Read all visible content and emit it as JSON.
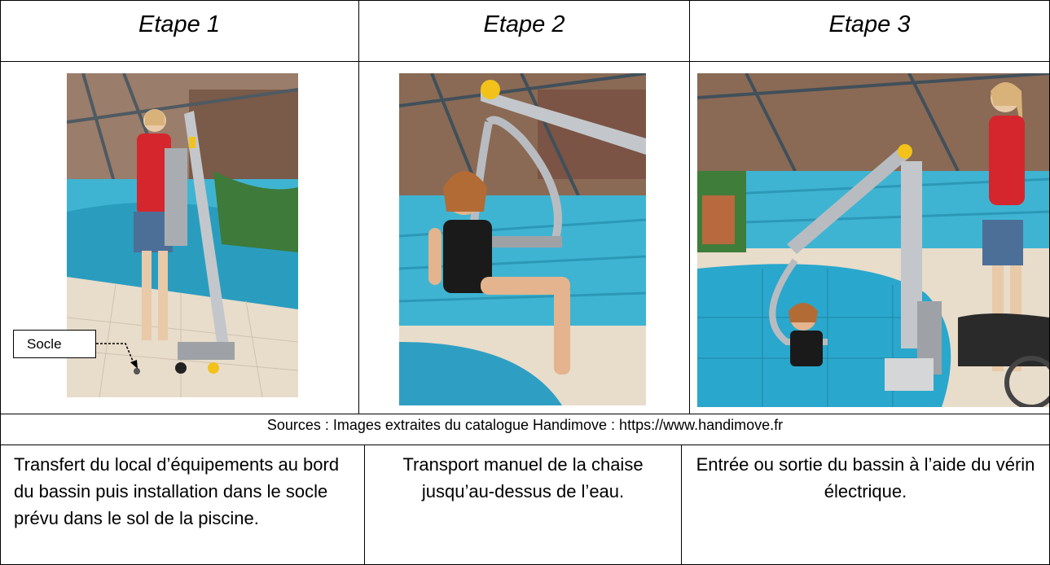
{
  "steps": [
    {
      "title": "Etape 1",
      "description": "Transfert du local d’équipements au bord du bassin puis installation dans le socle prévu dans le sol de la piscine."
    },
    {
      "title": "Etape 2",
      "description": "Transport manuel de la chaise jusqu’au-dessus de l’eau."
    },
    {
      "title": "Etape 3",
      "description": "Entrée ou sortie du bassin à l’aide du vérin électrique."
    }
  ],
  "photos": [
    {
      "subject": "woman-standing-with-mobile-pool-lift"
    },
    {
      "subject": "woman-seated-in-lift-chair-over-pool"
    },
    {
      "subject": "woman-lowered-into-pool-by-lift"
    }
  ],
  "callout": {
    "label": "Socle"
  },
  "source_line": "Sources : Images extraites du catalogue Handimove : https://www.handimove.fr",
  "colors": {
    "pool_water": "#3fb4d2",
    "pool_tile": "#e8dccb",
    "lift_frame": "#b8bcc0",
    "accent_yellow": "#f2c21b",
    "top_red": "#d5262d"
  }
}
